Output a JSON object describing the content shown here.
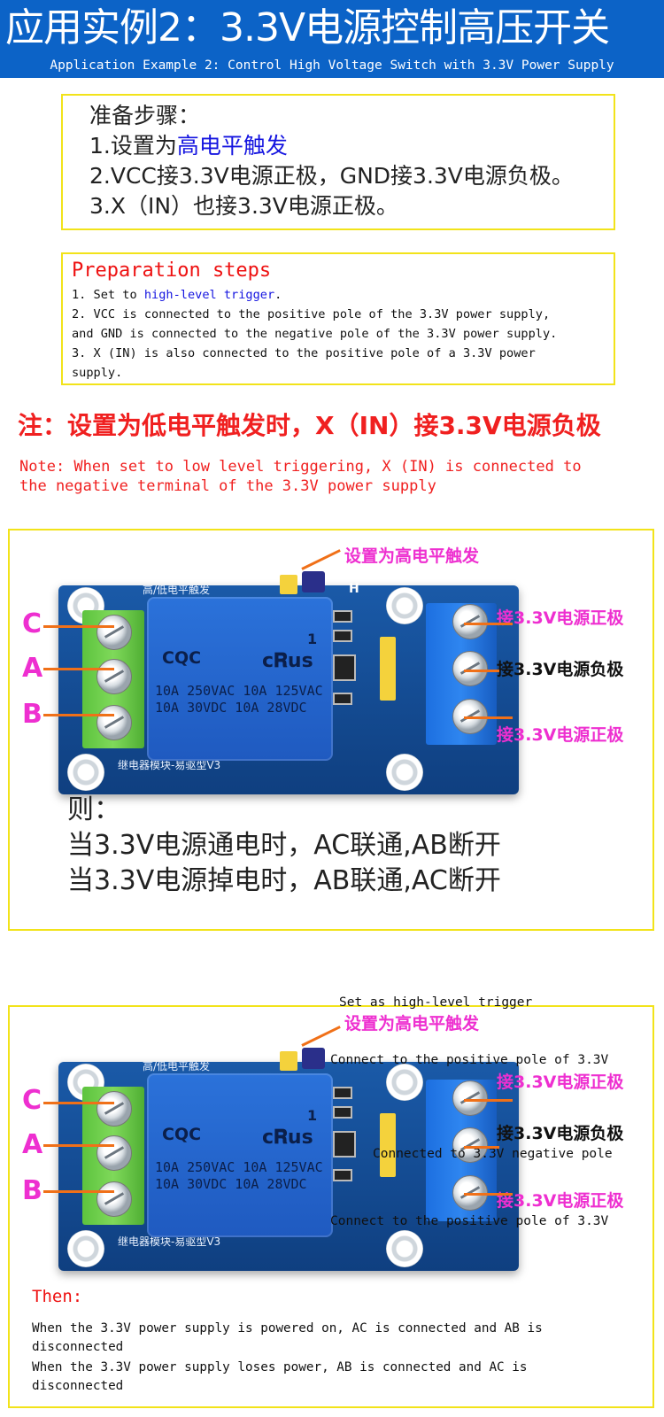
{
  "header": {
    "title": "应用实例2：3.3V电源控制高压开关",
    "subtitle": "Application Example 2: Control High Voltage Switch with 3.3V Power Supply"
  },
  "prep_cn": {
    "title": "准备步骤：",
    "step1_prefix": "1.设置为",
    "step1_highlight": "高电平触发",
    "step2": "2.VCC接3.3V电源正极，GND接3.3V电源负极。",
    "step3": "3.X（IN）也接3.3V电源正极。"
  },
  "prep_en": {
    "title": "Preparation steps",
    "step1_prefix": "1. Set to ",
    "step1_highlight": "high-level trigger",
    "step1_suffix": ".",
    "step2a": "2. VCC is connected to the positive pole of the 3.3V power supply,",
    "step2b": "and GND is connected to the negative pole of the 3.3V power supply.",
    "step3a": "3. X (IN) is also connected to the positive pole of a 3.3V power",
    "step3b": "supply."
  },
  "note": {
    "cn": "注：设置为低电平触发时，X（IN）接3.3V电源负极",
    "en1": "Note: When set to low level triggering, X (IN) is connected to",
    "en2": "the negative terminal of the 3.3V power supply"
  },
  "board": {
    "silk_top": "高/低电平触发",
    "silk_bottom": "继电器模块-易驱型V3",
    "relay_logo": "CQC",
    "relay_ul": "c𝐑us",
    "relay_num": "1",
    "relay_line1": "10A 250VAC  10A 125VAC",
    "relay_line2": "10A  30VDC  10A  28VDC",
    "letter_c": "C",
    "letter_a": "A",
    "letter_b": "B",
    "h_label": "H",
    "jumper_label": "设置为高电平触发",
    "pos_label": "接3.3V电源正极",
    "neg_label": "接3.3V电源负极"
  },
  "result_cn": {
    "title": "则：",
    "line1": "当3.3V电源通电时，AC联通,AB断开",
    "line2": "当3.3V电源掉电时，AB联通,AC断开"
  },
  "board2_en": {
    "jumper_en": "Set as high-level trigger",
    "pos_en": "Connect to the positive pole of 3.3V",
    "neg_en": "Connected to 3.3V negative pole"
  },
  "result_en": {
    "title": "Then:",
    "line1": "When the 3.3V power supply is powered on, AC is connected and AB is",
    "line2": "disconnected",
    "line3": "When the 3.3V power supply loses power, AB is connected and AC is",
    "line4": "disconnected"
  }
}
